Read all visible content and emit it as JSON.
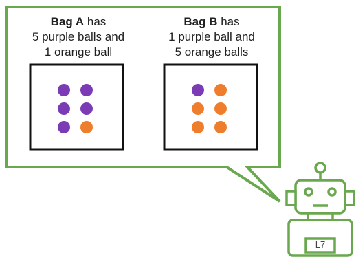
{
  "bag_a": {
    "name": "Bag A",
    "line1_rest": " has",
    "line2": "5 purple balls and",
    "line3": "1 orange ball",
    "balls": [
      "purple",
      "purple",
      "purple",
      "purple",
      "purple",
      "orange"
    ]
  },
  "bag_b": {
    "name": "Bag B",
    "line1_rest": " has",
    "line2": "1 purple ball and",
    "line3": "5 orange balls",
    "balls": [
      "purple",
      "orange",
      "orange",
      "orange",
      "orange",
      "orange"
    ]
  },
  "robot": {
    "label": "L7"
  },
  "colors": {
    "purple": "#7a3bb5",
    "orange": "#ee7d2c",
    "green": "#6aa84f",
    "black": "#111111"
  },
  "icons": {
    "speech_bubble": "speech-bubble",
    "robot": "robot-icon"
  }
}
